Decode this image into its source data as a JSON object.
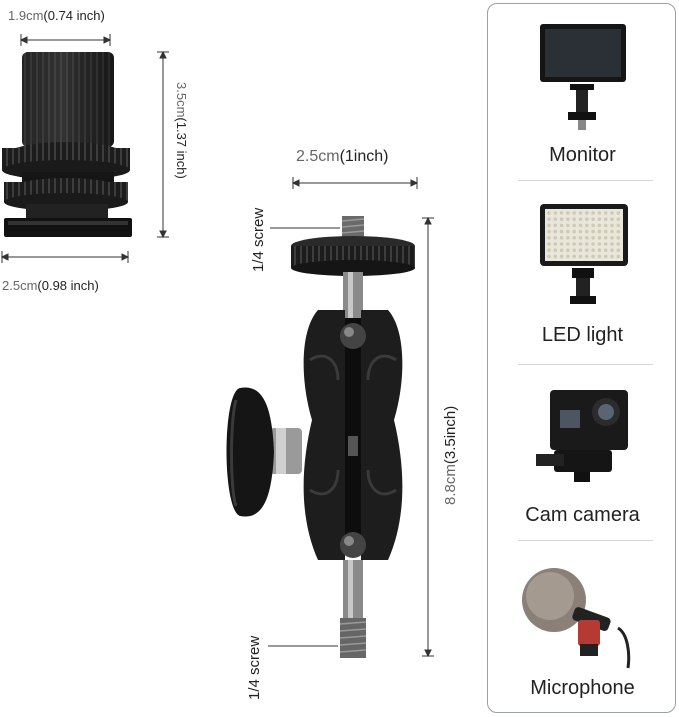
{
  "hot_shoe": {
    "top_width": {
      "metric": "1.9cm",
      "imperial": "(0.74 inch)"
    },
    "height": {
      "metric": "3.5cm",
      "imperial": "(1.37 inch)"
    },
    "base_width": {
      "metric": "2.5cm",
      "imperial": "(0.98 inch)"
    }
  },
  "ball_arm": {
    "screw_width": {
      "metric": "2.5cm",
      "imperial": "(1inch)"
    },
    "height": {
      "metric": "8.8cm",
      "imperial": "(3.5inch)"
    },
    "top_screw_label": "1/4 screw",
    "bottom_screw_label": "1/4 screw"
  },
  "accessories": [
    {
      "label": "Monitor",
      "icon": "monitor-icon"
    },
    {
      "label": "LED light",
      "icon": "led-light-icon"
    },
    {
      "label": "Cam camera",
      "icon": "action-camera-icon"
    },
    {
      "label": "Microphone",
      "icon": "microphone-icon"
    }
  ],
  "colors": {
    "panel_border": "#9aa0a6",
    "product": "#1a1a1a",
    "dimension_line": "#333333"
  }
}
